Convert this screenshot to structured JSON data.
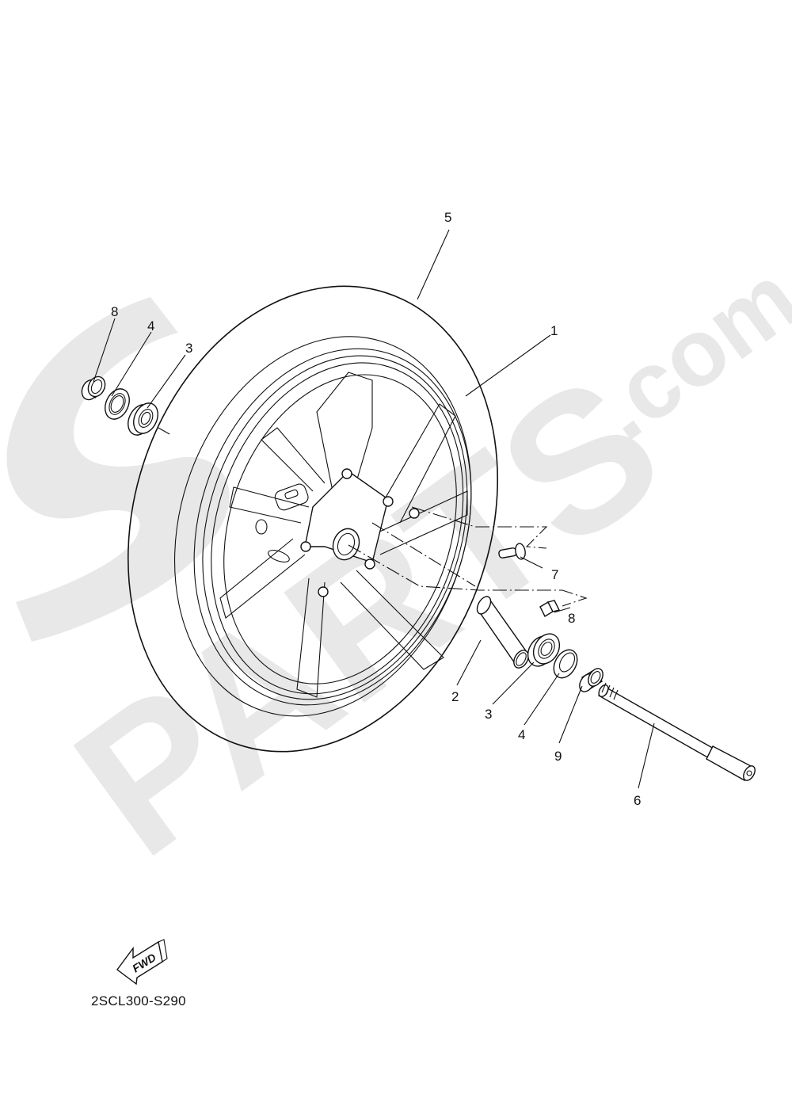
{
  "diagram": {
    "type": "exploded-parts-diagram",
    "subject": "front wheel assembly",
    "diagram_code": "2SCL300-S290",
    "direction_indicator": "FWD",
    "watermark": {
      "text_main": "PARTS",
      "text_suffix": ".com",
      "color": "#e8e8e8"
    },
    "line_color": "#111111",
    "background": "#ffffff",
    "callouts": [
      {
        "id": "1",
        "label": "1",
        "part": "wheel rim"
      },
      {
        "id": "2",
        "label": "2",
        "part": "spacer / collar"
      },
      {
        "id": "3a",
        "label": "3",
        "part": "bearing (left)"
      },
      {
        "id": "3b",
        "label": "3",
        "part": "bearing (right)"
      },
      {
        "id": "4a",
        "label": "4",
        "part": "oil seal (left)"
      },
      {
        "id": "4b",
        "label": "4",
        "part": "oil seal (right)"
      },
      {
        "id": "5",
        "label": "5",
        "part": "tire"
      },
      {
        "id": "6",
        "label": "6",
        "part": "valve"
      },
      {
        "id": "7",
        "label": "7",
        "part": "balance weight"
      },
      {
        "id": "8a",
        "label": "8",
        "part": "collar (left)"
      },
      {
        "id": "8b",
        "label": "8",
        "part": "collar (right)"
      },
      {
        "id": "9",
        "label": "9",
        "part": "wheel axle"
      }
    ]
  }
}
